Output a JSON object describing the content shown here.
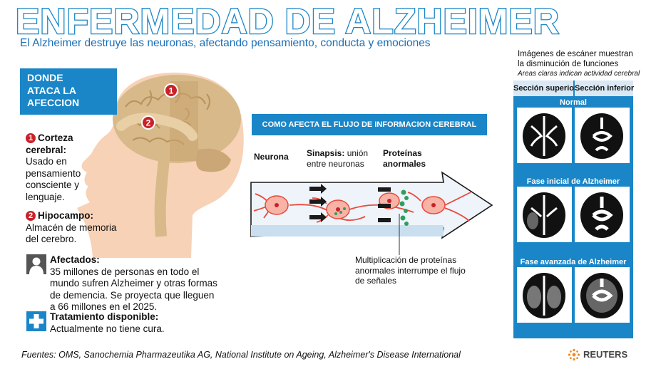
{
  "title": "ENFERMEDAD DE ALZHEIMER",
  "subtitle": "El Alzheimer destruye las neuronas, afectando pensamiento, conducta y emociones",
  "side_box": {
    "line1": "DONDE",
    "line2": "ATACA LA",
    "line3": "AFECCION"
  },
  "items": [
    {
      "num": "1",
      "title_line1": "Corteza",
      "title_line2": "cerebral:",
      "text": [
        "Usado en",
        "pensamiento",
        "consciente y",
        "lenguaje."
      ]
    },
    {
      "num": "2",
      "title": "Hipocampo:",
      "text": [
        "Almacén de memoria",
        "del cerebro."
      ]
    }
  ],
  "affected": {
    "title": "Afectados:",
    "text": [
      "35 millones de personas en todo el",
      "mundo sufren Alzheimer y otras formas",
      "de demencia. Se proyecta que lleguen",
      "a 66 millones en el 2025."
    ],
    "icon": "person-icon"
  },
  "treatment": {
    "title": "Tratamiento disponible:",
    "text": "Actualmente no tiene cura.",
    "icon": "medical-cross-icon"
  },
  "flow": {
    "banner": "COMO AFECTA EL FLUJO DE INFORMACION CEREBRAL",
    "neuron_label": "Neurona",
    "synapse_bold": "Sinapsis:",
    "synapse_rest": " unión",
    "synapse_line2": "entre neuronas",
    "proteins_line1": "Proteínas",
    "proteins_line2": "anormales",
    "caption": [
      "Multiplicación de proteínas",
      "anormales interrumpe el flujo",
      "de señales"
    ]
  },
  "scans": {
    "intro": [
      "Imágenes de escáner muestran",
      "la disminución de funciones"
    ],
    "note": "Areas claras indican actividad cerebral",
    "col1": "Sección superior",
    "col2": "Sección inferior",
    "stages": [
      "Normal",
      "Fase inicial de Alzheimer",
      "Fase avanzada de Alzheimer"
    ]
  },
  "footer": "Fuentes: OMS, Sanochemia Pharmazeutika AG, National Institute on Ageing, Alzheimer's Disease International",
  "brand": "REUTERS",
  "colors": {
    "accent": "#1a86c7",
    "marker": "#c8222a",
    "skin": "#f7d2b6",
    "brain": "#d8b98a",
    "neuron": "#f08a7d"
  }
}
